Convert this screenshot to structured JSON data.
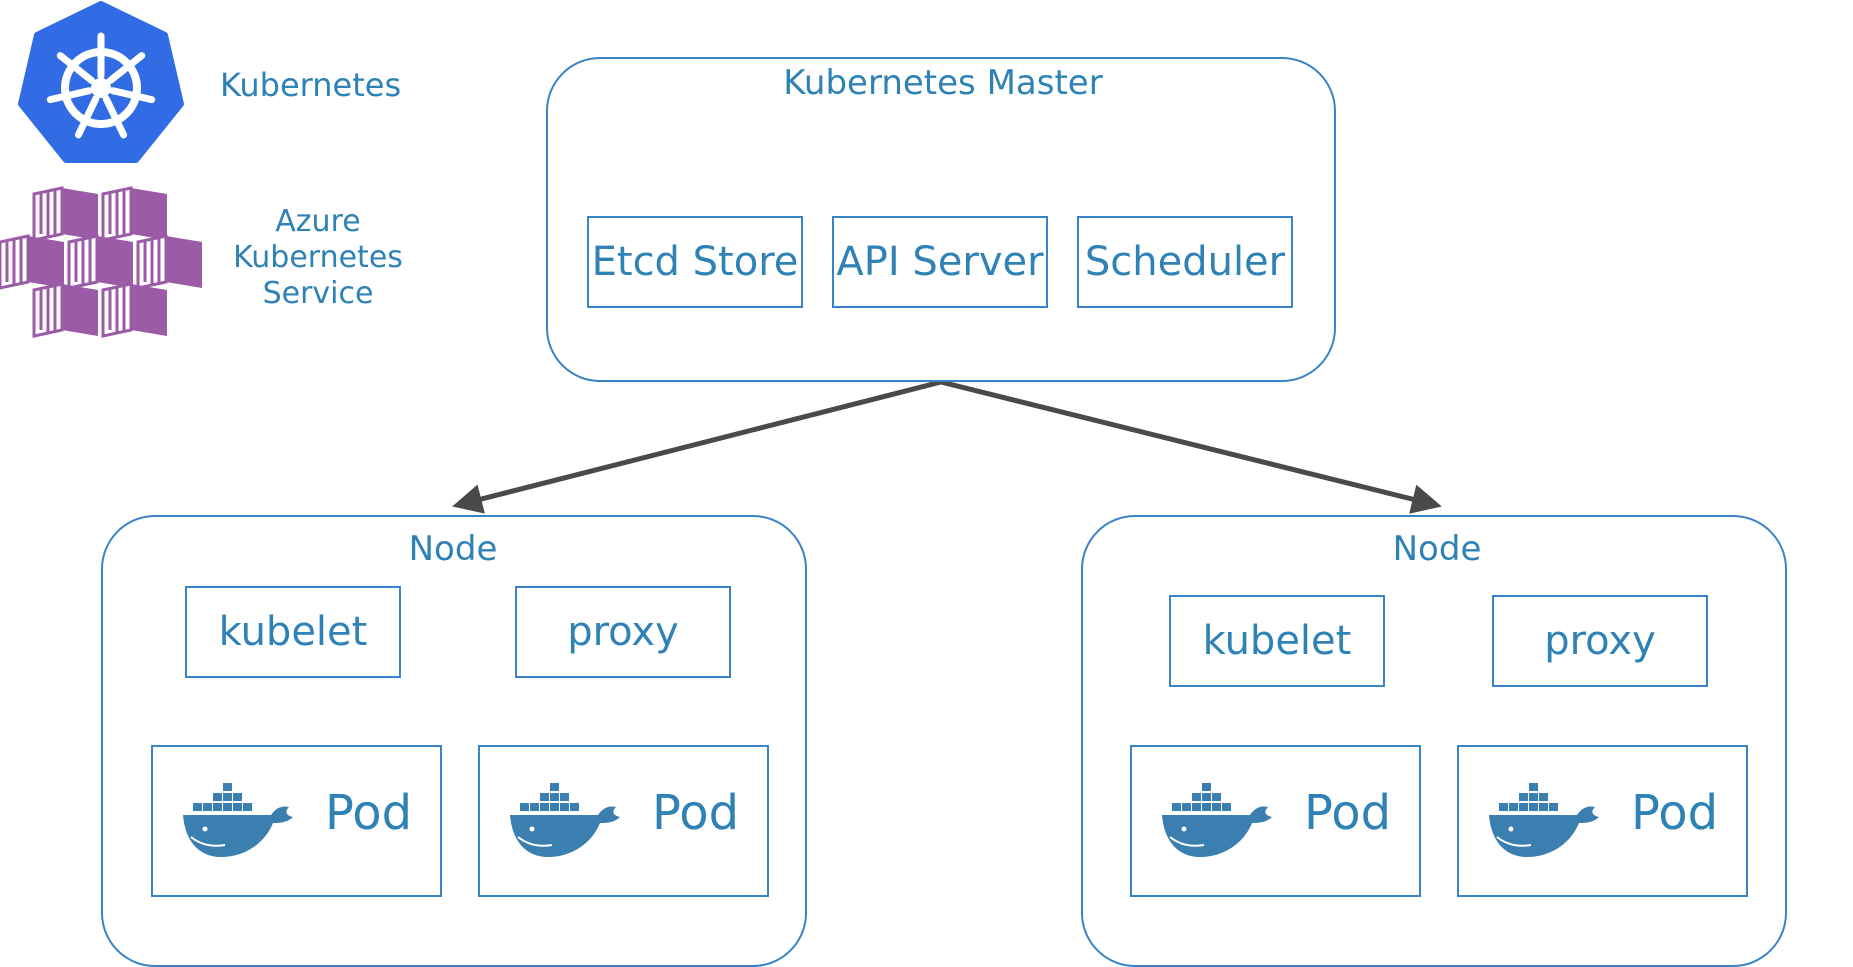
{
  "legend": {
    "kubernetes_label": "Kubernetes",
    "aks_label_line1": "Azure",
    "aks_label_line2": "Kubernetes",
    "aks_label_line3": "Service"
  },
  "master": {
    "title": "Kubernetes Master",
    "components": [
      "Etcd Store",
      "API Server",
      "Scheduler"
    ]
  },
  "nodes": [
    {
      "title": "Node",
      "agents": [
        "kubelet",
        "proxy"
      ],
      "pods": [
        "Pod",
        "Pod"
      ]
    },
    {
      "title": "Node",
      "agents": [
        "kubelet",
        "proxy"
      ],
      "pods": [
        "Pod",
        "Pod"
      ]
    }
  ],
  "colors": {
    "accent": "#2f82b5",
    "border": "#3a83c7",
    "kubernetes_brand": "#326ce5",
    "aks_brand": "#9b5ba6",
    "arrow": "#4a4a4a",
    "docker_whale": "#3a7fb0"
  },
  "icons": {
    "kubernetes": "kubernetes-helm-icon",
    "aks": "azure-aks-containers-icon",
    "pod": "docker-whale-icon"
  }
}
